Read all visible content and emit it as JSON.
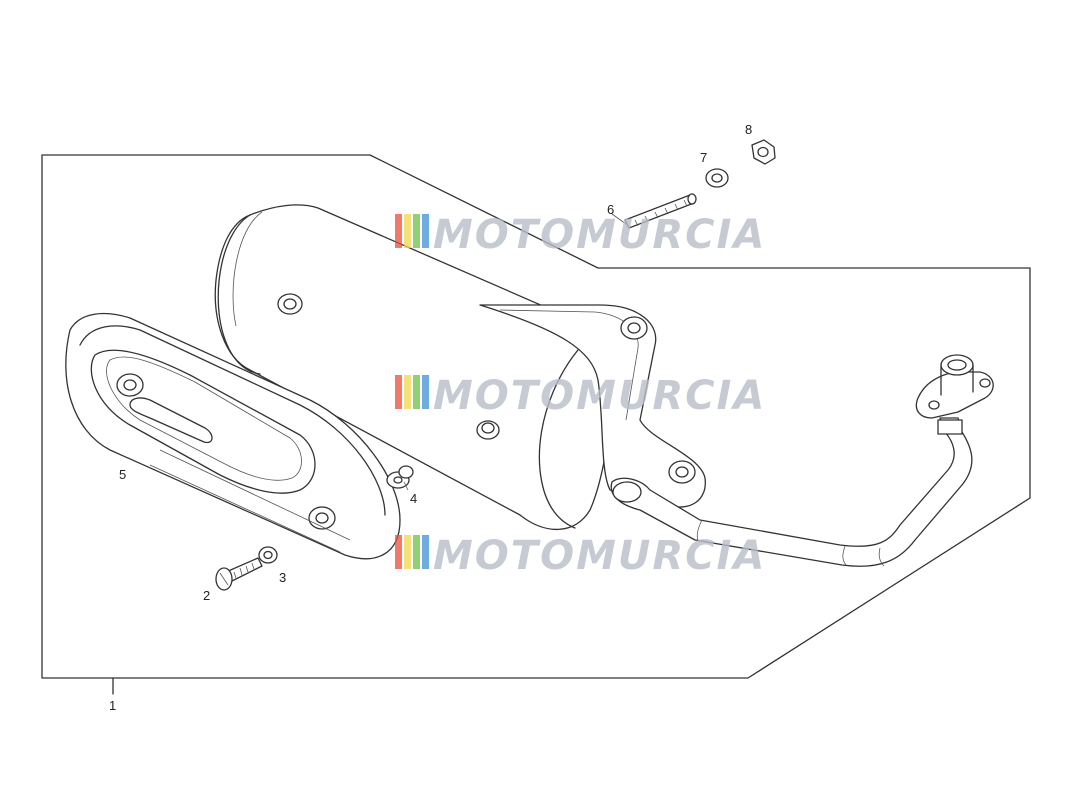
{
  "callouts": {
    "c1": "1",
    "c2": "2",
    "c3": "3",
    "c4": "4",
    "c5": "5",
    "c6": "6",
    "c7": "7",
    "c8": "8"
  },
  "watermark": {
    "text": "MOTOMURCIA",
    "stripe_colors": [
      "#e84e3a",
      "#f3d54c",
      "#6fbf4a",
      "#3d8fd6"
    ],
    "text_color": "#b8bec8"
  }
}
